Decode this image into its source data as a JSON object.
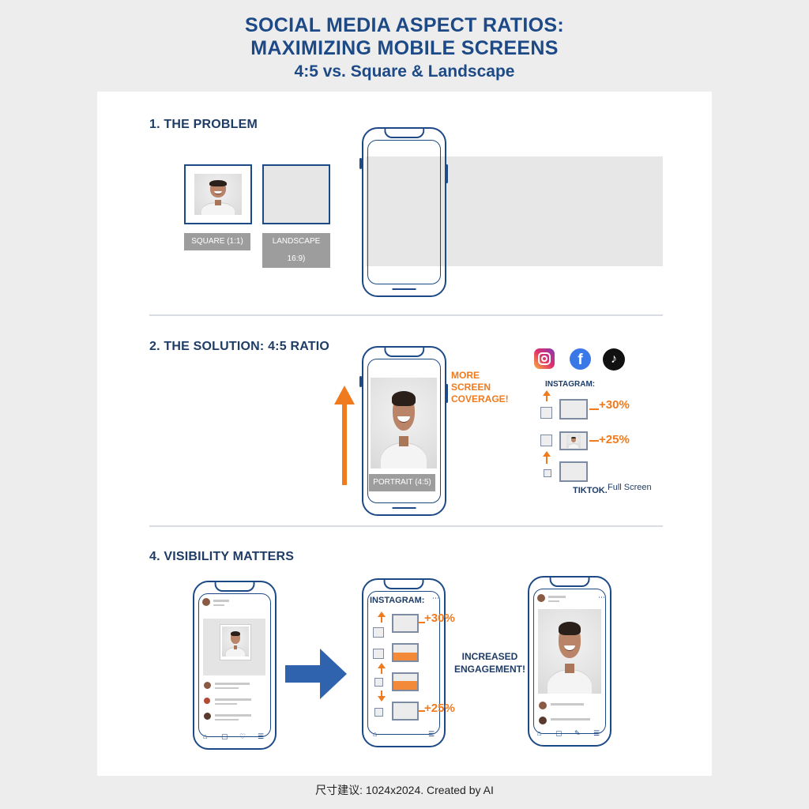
{
  "title": {
    "line1": "SOCIAL MEDIA ASPECT RATIOS:",
    "line2": "MAXIMIZING MOBILE SCREENS",
    "subtitle": "4:5 vs. Square & Landscape"
  },
  "section1": {
    "heading": "1. THE PROBLEM",
    "square_label": "SQUARE (1:1)",
    "landscape_label": "LANDSCAPE 16:9)"
  },
  "section2": {
    "heading": "2. THE SOLUTION: 4:5 RATIO",
    "portrait_label": "PORTRAIT (4:5)",
    "coverage_line1": "MORE",
    "coverage_line2": "SCREEN",
    "coverage_line3": "COVERAGE!",
    "instagram_label": "INSTAGRAM:",
    "stat1": "+30%",
    "stat2": "+25%",
    "tiktok_label": "TIKTOK.",
    "fullscreen_label": "Full Screen"
  },
  "section4": {
    "heading": "4. VISIBILITY MATTERS",
    "instagram_label": "INSTAGRAM:",
    "stat1": "+30%",
    "stat2": "+25%",
    "engagement_line1": "INCREASED",
    "engagement_line2": "ENGAGEMENT!"
  },
  "footer": "尺寸建议: 1024x2024. Created by AI",
  "colors": {
    "brand_blue": "#1d4a86",
    "accent_orange": "#f07a1e",
    "facebook_blue": "#3b78e7",
    "tiktok_black": "#111111"
  },
  "icons": [
    "instagram-icon",
    "facebook-icon",
    "tiktok-icon"
  ]
}
